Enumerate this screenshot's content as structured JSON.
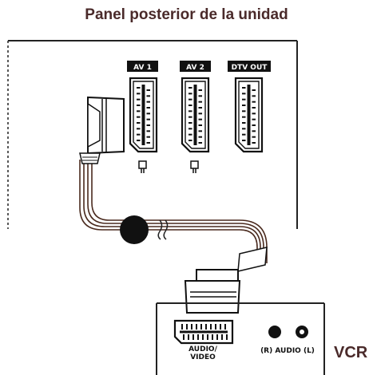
{
  "diagram": {
    "title": "Panel posterior de la unidad",
    "ports": [
      {
        "label": "AV 1"
      },
      {
        "label": "AV 2"
      },
      {
        "label": "DTV OUT"
      }
    ],
    "vcr": {
      "name": "VCR",
      "scart_label_line1": "AUDIO/",
      "scart_label_line2": "VIDEO",
      "audio_label": "(R) AUDIO (L)"
    },
    "colors": {
      "cable": "#4a2a1e",
      "tag_bg": "#111111",
      "text": "#4a2a2a"
    }
  }
}
